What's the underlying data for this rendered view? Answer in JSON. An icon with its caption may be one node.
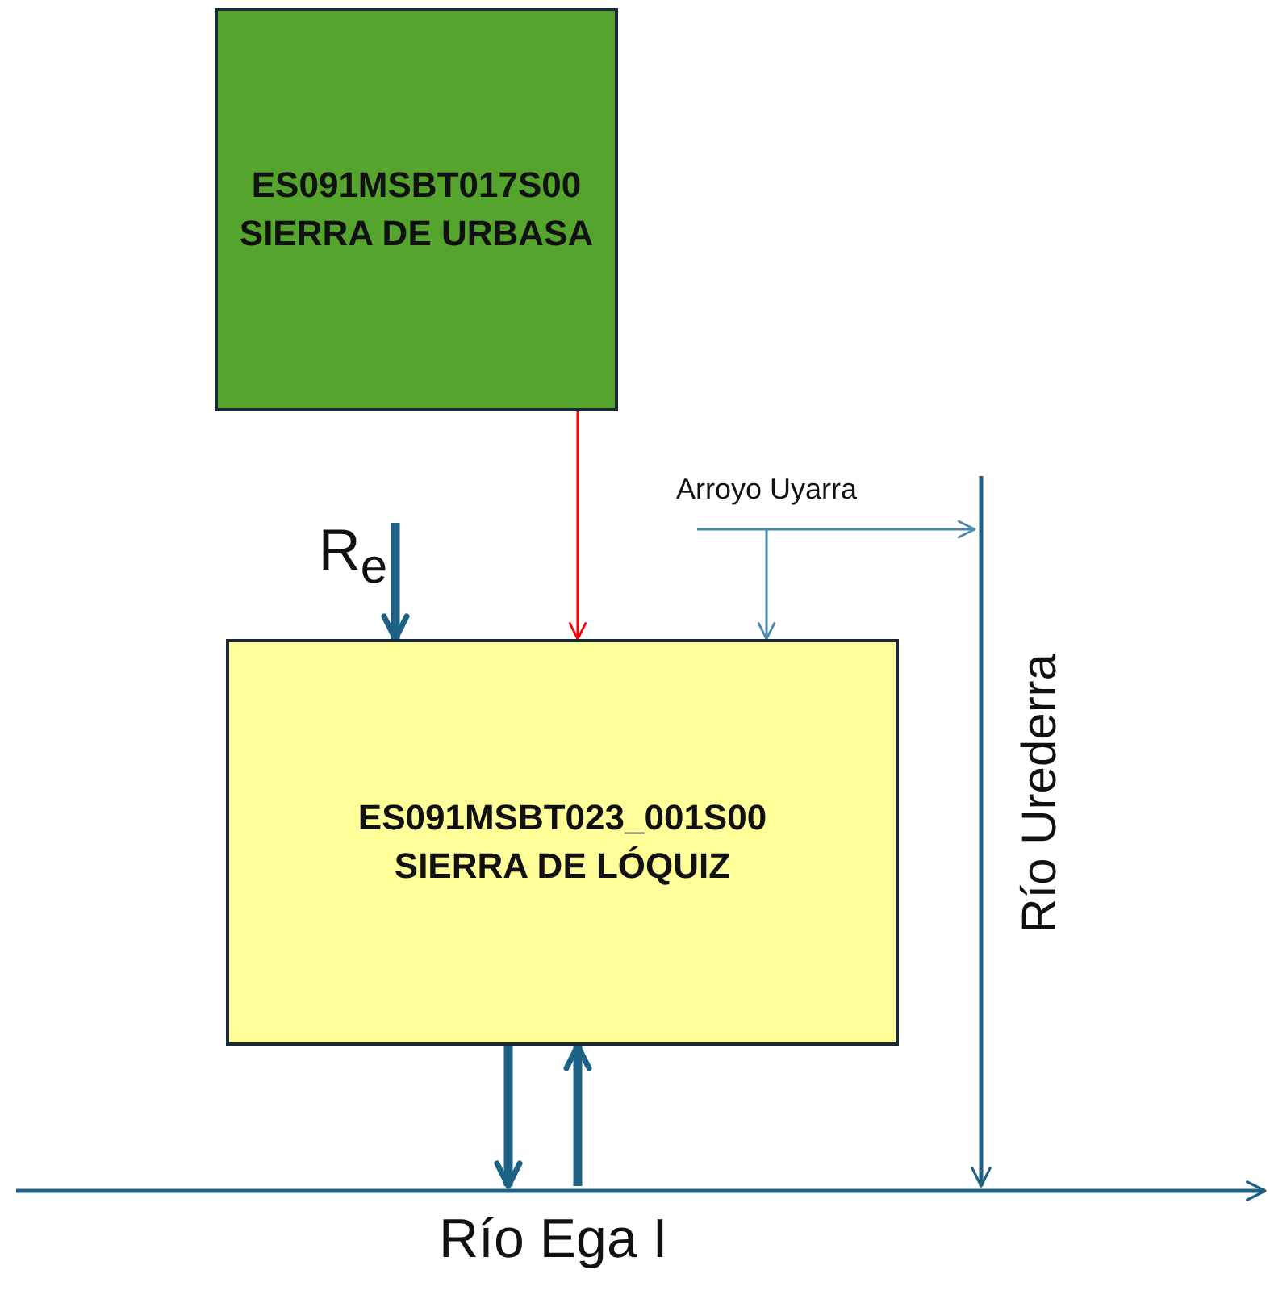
{
  "diagram": {
    "nodes": [
      {
        "text": [
          "ES091MSBT017S00",
          "SIERRA DE URBASA"
        ]
      },
      {
        "text": [
          "ES091MSBT023_001S00",
          "SIERRA DE LÓQUIZ"
        ]
      },
      {
        "text": [
          "R$_{e}$"
        ]
      },
      {
        "text": [
          "Arroyo Uyarra"
        ]
      },
      {
        "text": [
          "Río Urederra"
        ]
      },
      {
        "text": [
          "Río Ega I"
        ]
      }
    ],
    "edges": [
      {
        "from": 0,
        "to": 1,
        "arrow": "to",
        "color": "#ff0000"
      },
      {
        "from": 2,
        "to": 1,
        "arrow": "to",
        "style": "thick"
      },
      {
        "from": 3,
        "to": 4,
        "arrow": "to",
        "color": "#4a8aaa"
      },
      {
        "from": 3,
        "to": 1,
        "arrow": "to",
        "color": "#4a8aaa"
      },
      {
        "from": 4,
        "to": 5,
        "arrow": "to"
      },
      {
        "from": 1,
        "to": 5,
        "arrow": "to",
        "style": "thick"
      },
      {
        "from": 5,
        "to": 1,
        "arrow": "to",
        "style": "thick"
      },
      {
        "from": 5,
        "to": null,
        "arrow": "to"
      }
    ]
  }
}
